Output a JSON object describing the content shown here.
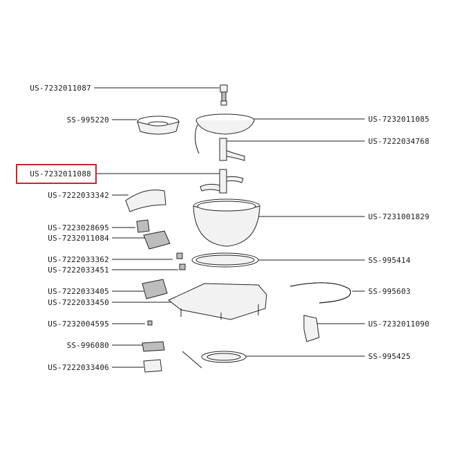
{
  "diagram": {
    "highlight_color": "#d0202a",
    "selected_part": "US-7232011088",
    "parts_left": [
      {
        "id": "US-7232011087"
      },
      {
        "id": "SS-995220"
      },
      {
        "id": "US-7232011088"
      },
      {
        "id": "US-7222033342"
      },
      {
        "id": "US-7223028695"
      },
      {
        "id": "US-7232011084"
      },
      {
        "id": "US-7222033362"
      },
      {
        "id": "US-7222033451"
      },
      {
        "id": "US-7222033405"
      },
      {
        "id": "US-7222033450"
      },
      {
        "id": "US-7232004595"
      },
      {
        "id": "SS-996080"
      },
      {
        "id": "US-7222033406"
      }
    ],
    "parts_right": [
      {
        "id": "US-7232011085"
      },
      {
        "id": "US-7222034768"
      },
      {
        "id": "US-7231001829"
      },
      {
        "id": "SS-995414"
      },
      {
        "id": "SS-995603"
      },
      {
        "id": "US-7232011090"
      },
      {
        "id": "SS-995425"
      }
    ]
  }
}
